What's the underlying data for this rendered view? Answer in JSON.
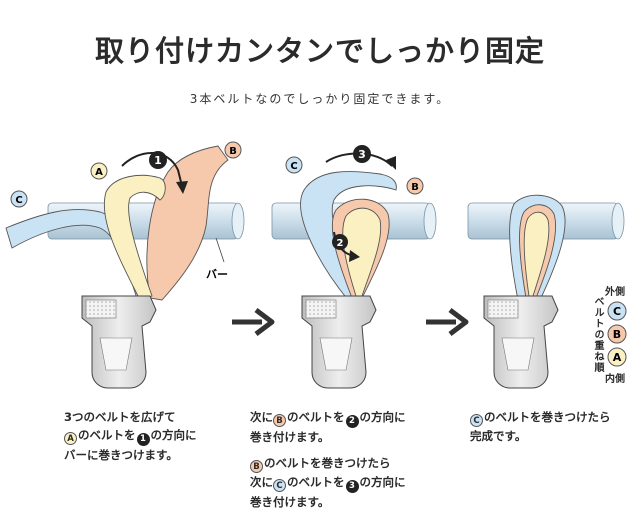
{
  "header": {
    "title": "取り付けカンタンでしっかり固定",
    "subtitle": "3本ベルトなのでしっかり固定できます。"
  },
  "labels": {
    "A": "A",
    "B": "B",
    "C": "C",
    "step1": "1",
    "step2": "2",
    "step3": "3",
    "bar": "バー"
  },
  "order_legend": {
    "outer": "外側",
    "inner": "内側",
    "title": "ベルトの重ね順",
    "items": [
      "C",
      "B",
      "A"
    ]
  },
  "captions": {
    "step1": {
      "line1": "3つのベルトを広げて",
      "line2_badge": "A",
      "line2_mid": "のベルトを",
      "line2_num": "1",
      "line2_end": "の方向に",
      "line3": "バーに巻きつけます。"
    },
    "step2": {
      "line1_pre": "次に",
      "line1_badge": "B",
      "line1_mid": "のベルトを",
      "line1_num": "2",
      "line1_end": "の方向に",
      "line2": "巻き付けます。",
      "line3_badge": "B",
      "line3_end": "のベルトを巻きつけたら",
      "line4_pre": "次に",
      "line4_badge": "C",
      "line4_mid": "のベルトを",
      "line4_num": "3",
      "line4_end": "の方向に",
      "line5": "巻き付けます。"
    },
    "step3": {
      "line1_badge": "C",
      "line1_end": "のベルトを巻きつけたら",
      "line2": "完成です。"
    }
  },
  "colors": {
    "beltA": "#fbf0c2",
    "beltB": "#f6c9ad",
    "beltC": "#c9e2f4",
    "bar": "#d3e4ef",
    "clip": "#dcdcdc",
    "outline": "#555555"
  }
}
